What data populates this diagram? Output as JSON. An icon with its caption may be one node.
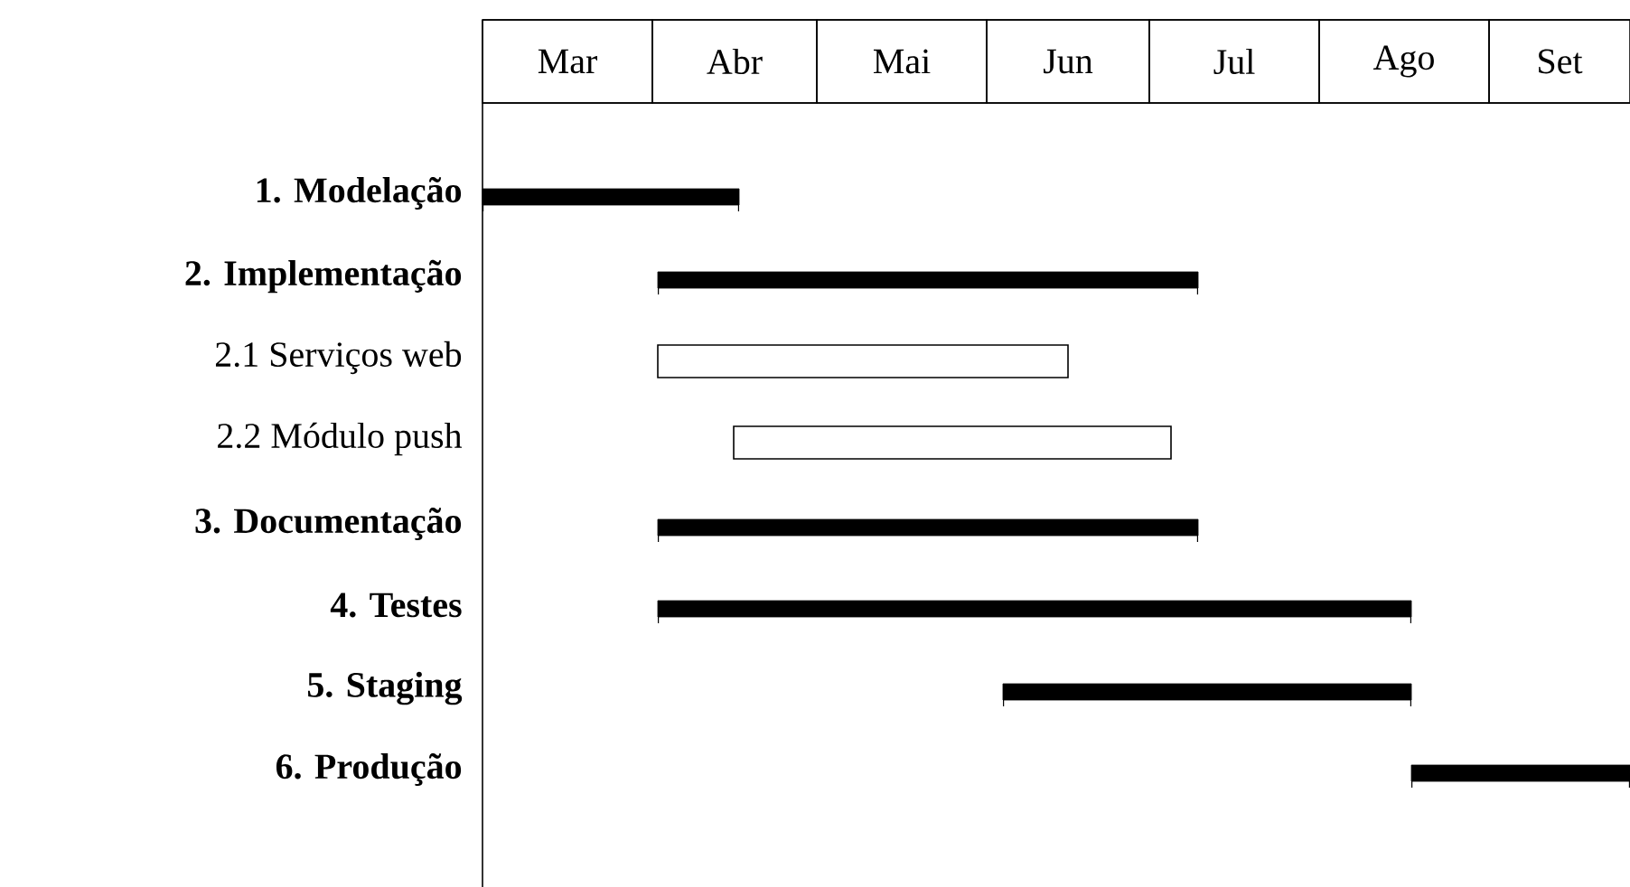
{
  "diagram": {
    "nodes": [
      {
        "text": [
          "Mar"
        ]
      },
      {
        "text": [
          "Abr"
        ]
      },
      {
        "text": [
          "Mai"
        ]
      },
      {
        "text": [
          "Jun"
        ]
      },
      {
        "text": [
          "Jul"
        ]
      },
      {
        "text": [
          "Ago"
        ]
      },
      {
        "text": [
          "Set"
        ]
      },
      {
        "text": [],
        "shape": "bar"
      },
      {
        "text": [],
        "shape": "bar"
      },
      {
        "text": [],
        "shape": "bar"
      },
      {
        "text": [],
        "shape": "bar"
      },
      {
        "text": [],
        "shape": "bar"
      },
      {
        "text": [],
        "shape": "bar"
      },
      {
        "text": [],
        "shape": "bar"
      },
      {
        "text": [],
        "shape": "bar"
      }
    ],
    "labels": [
      "1. Modelação",
      "2. Implementação",
      "2.1 Serviços web",
      "2.2 Módulo push",
      "3. Documentação",
      "4. Testes",
      "5. Staging",
      "6. Produção"
    ]
  }
}
